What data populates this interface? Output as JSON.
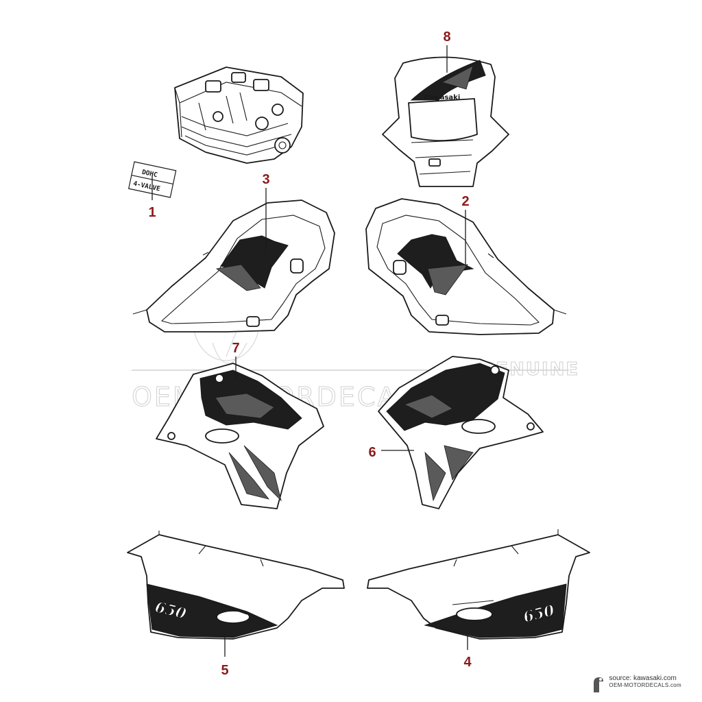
{
  "callouts": [
    "1",
    "2",
    "3",
    "4",
    "5",
    "6",
    "7",
    "8"
  ],
  "watermark": {
    "main": "OEM-MOTORDECALS.com",
    "tag": "GENUINE"
  },
  "decals": {
    "cylinder_label_line1": "DOHC",
    "cylinder_label_line2": "4-VALVE",
    "headlight_logo": "Kawasaki",
    "side_cover_number": "650"
  },
  "footer": {
    "source": "source: kawasaki.com",
    "site": "OEM-MOTORDECALS.com"
  },
  "colors": {
    "callout": "#8b1a1a",
    "line": "#1a1a1a",
    "watermark": "#cfcfcf"
  }
}
